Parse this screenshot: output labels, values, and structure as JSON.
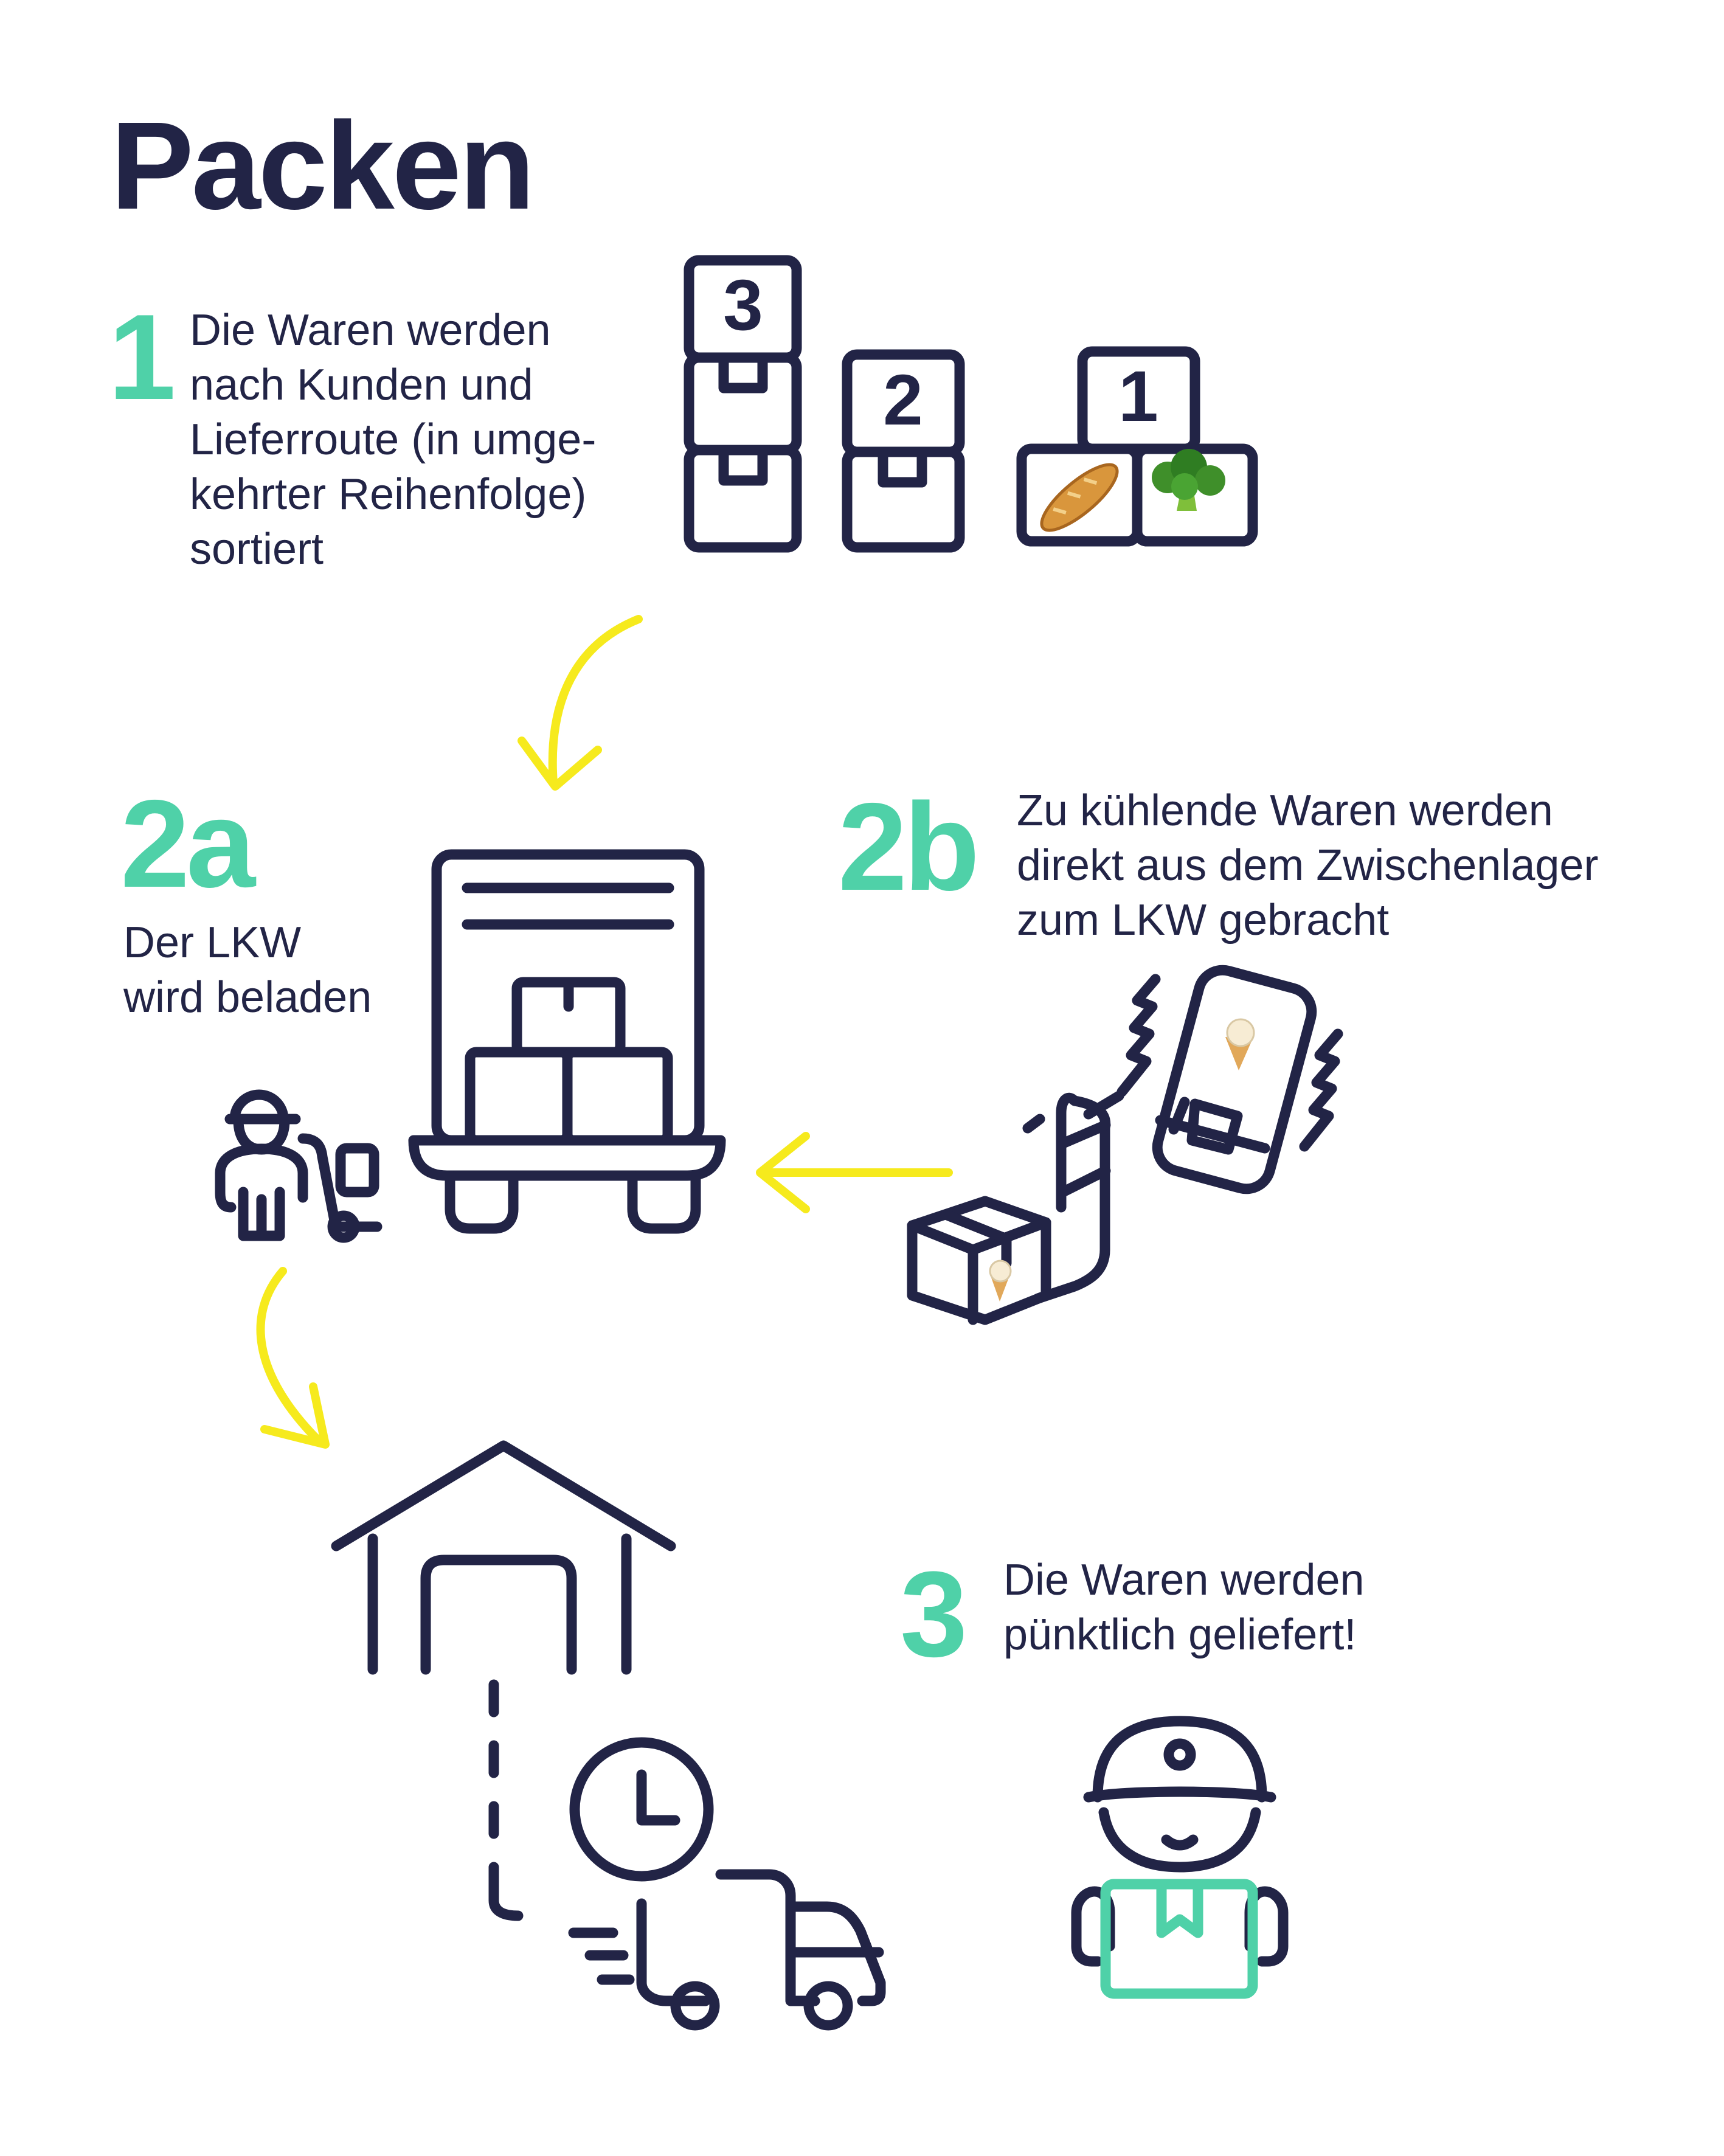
{
  "title": "Packen",
  "colors": {
    "navy": "#222446",
    "mint": "#4fd1a8",
    "yellow": "#f6ea1d"
  },
  "steps": [
    {
      "number": "1",
      "text": "Die Waren werden\nnach Kunden und\nLieferroute (in umge-\nkehrter Reihenfolge)\nsortiert"
    },
    {
      "number": "2a",
      "text": "Der LKW\nwird beladen"
    },
    {
      "number": "2b",
      "text": "Zu kühlende Waren werden\ndirekt aus dem Zwischenlager\nzum LKW gebracht"
    },
    {
      "number": "3",
      "text": "Die Waren werden\npünktlich geliefert!"
    }
  ],
  "crate_labels": [
    "3",
    "2",
    "1"
  ],
  "icons": [
    "crates-icon",
    "baguette-icon",
    "broccoli-icon",
    "truck-back-icon",
    "worker-with-cart-icon",
    "hand-truck-icon",
    "phone-icon",
    "ice-cream-icon",
    "warehouse-icon",
    "clock-icon",
    "delivery-truck-icon",
    "courier-icon",
    "arrow-icon"
  ]
}
